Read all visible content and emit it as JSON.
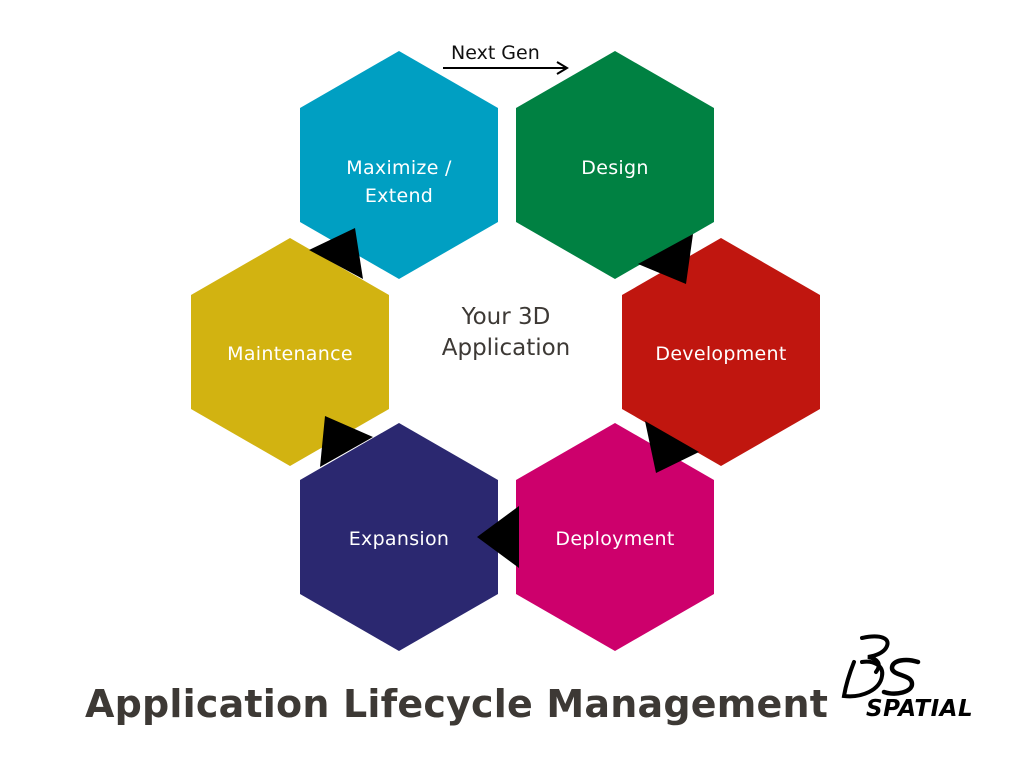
{
  "title": "Application Lifecycle Management",
  "center": {
    "line1": "Your 3D",
    "line2": "Application"
  },
  "next_gen": {
    "label": "Next Gen",
    "icon": "arrow-right-icon"
  },
  "stages": [
    {
      "id": "maximize",
      "line1": "Maximize /",
      "line2": "Extend",
      "color": "#009fc2"
    },
    {
      "id": "design",
      "line1": "Design",
      "line2": "",
      "color": "#008142"
    },
    {
      "id": "development",
      "line1": "Development",
      "line2": "",
      "color": "#c0160f"
    },
    {
      "id": "deployment",
      "line1": "Deployment",
      "line2": "",
      "color": "#cd006c"
    },
    {
      "id": "expansion",
      "line1": "Expansion",
      "line2": "",
      "color": "#2b2870"
    },
    {
      "id": "maintenance",
      "line1": "Maintenance",
      "line2": "",
      "color": "#d2b311"
    }
  ],
  "flow": [
    {
      "from": "maintenance",
      "to": "maximize"
    },
    {
      "from": "maximize",
      "to": "design",
      "label": "Next Gen"
    },
    {
      "from": "design",
      "to": "development"
    },
    {
      "from": "development",
      "to": "deployment"
    },
    {
      "from": "deployment",
      "to": "expansion"
    },
    {
      "from": "expansion",
      "to": "maintenance"
    }
  ],
  "logo": {
    "mark": "3DS",
    "text": "SPATIAL"
  },
  "colors": {
    "arrow": "#000000",
    "title": "#3d3935",
    "hex_text": "#ffffff"
  }
}
